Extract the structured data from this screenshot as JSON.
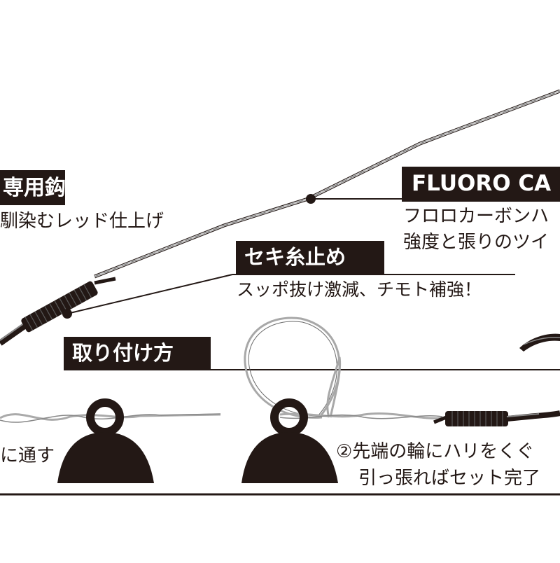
{
  "callouts": {
    "hook": {
      "title": "専用鈎",
      "desc": "馴染むレッド仕上げ"
    },
    "fluoro": {
      "title": "FLUORO CA",
      "desc_line1": "フロロカーボンハ",
      "desc_line2": "強度と張りのツイ"
    },
    "thread": {
      "title": "セキ糸止め",
      "desc": "スッポ抜け激減、チモト補強！"
    }
  },
  "howto": {
    "title": "取り付け方",
    "step1": "に通す",
    "step2_line1": "②先端の輪にハリをくぐ",
    "step2_line2": "引っ張ればセット完了"
  },
  "colors": {
    "ink": "#231815",
    "line": "#9a9a9a",
    "paper": "#ffffff"
  }
}
